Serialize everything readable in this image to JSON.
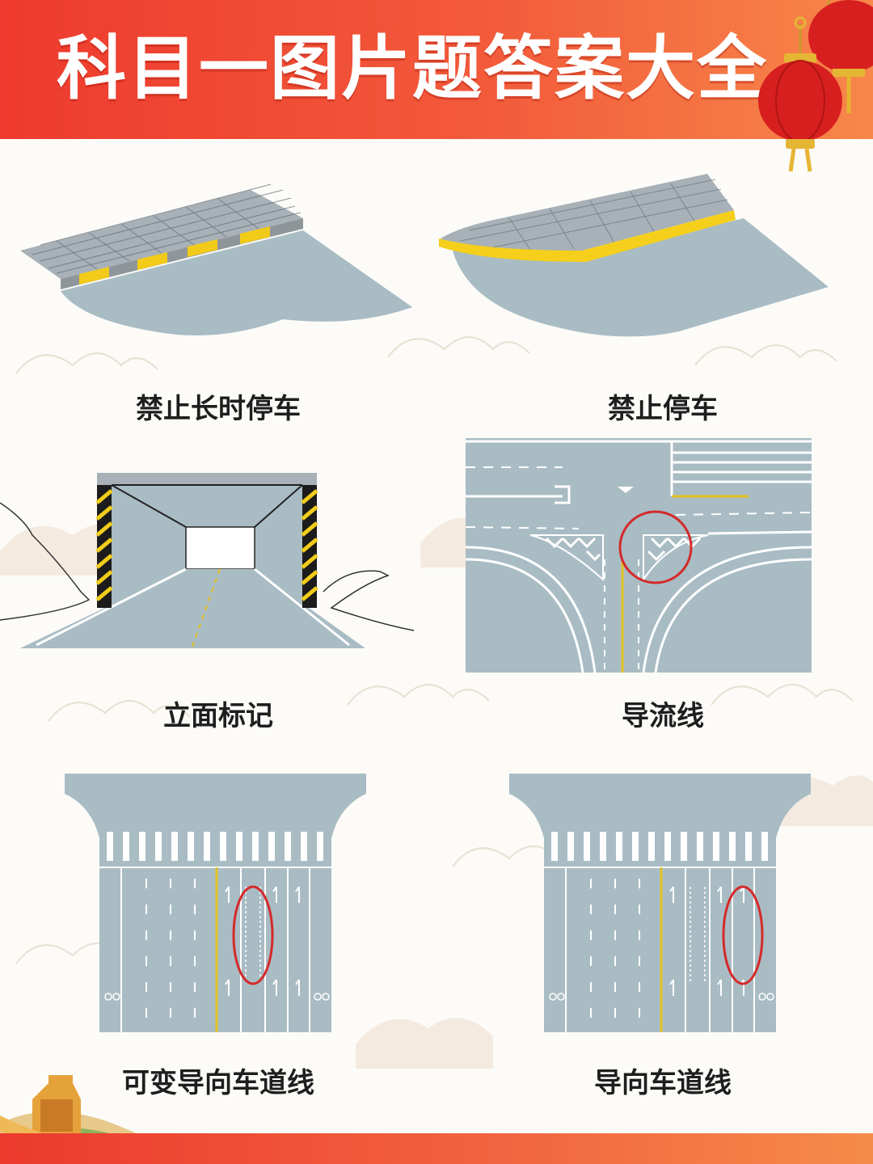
{
  "header": {
    "title": "科目一图片题答案大全"
  },
  "icons": {
    "lanterns": "lantern-icon",
    "great_wall": "great-wall-icon",
    "bicycle": "bicycle-icon"
  },
  "colors": {
    "banner_red": "#ee3a2e",
    "banner_orange": "#f7874a",
    "road_gray": "#a9bcc4",
    "curb_yellow": "#f7d11e",
    "highlight_circle": "#d42a2a"
  },
  "cards": [
    {
      "caption": "禁止长时停车"
    },
    {
      "caption": "禁止停车"
    },
    {
      "caption": "立面标记"
    },
    {
      "caption": "导流线"
    },
    {
      "caption": "可变导向车道线"
    },
    {
      "caption": "导向车道线"
    }
  ]
}
